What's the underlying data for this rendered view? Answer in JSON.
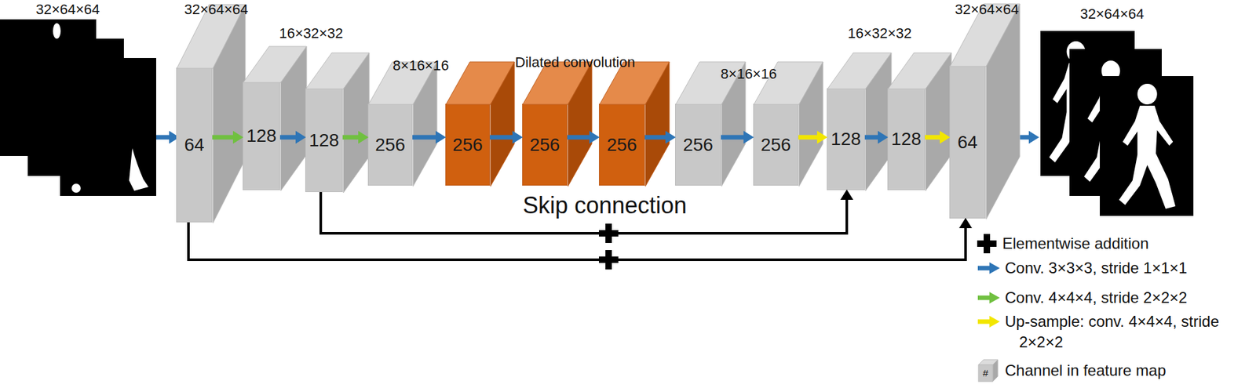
{
  "diagram": {
    "nodes": [
      {
        "text": [
          "64"
        ]
      },
      {
        "text": [
          "128"
        ]
      },
      {
        "text": [
          "128"
        ]
      },
      {
        "text": [
          "256"
        ]
      },
      {
        "text": [
          "256"
        ]
      },
      {
        "text": [
          "256"
        ]
      },
      {
        "text": [
          "256"
        ]
      },
      {
        "text": [
          "256"
        ]
      },
      {
        "text": [
          "256"
        ]
      },
      {
        "text": [
          "128"
        ]
      },
      {
        "text": [
          "128"
        ]
      },
      {
        "text": [
          "64"
        ]
      }
    ],
    "edges": [
      {
        "from": 0,
        "to": 1,
        "arrow": "to"
      },
      {
        "from": 1,
        "to": 2,
        "arrow": "to"
      },
      {
        "from": 2,
        "to": 3,
        "arrow": "to"
      },
      {
        "from": 3,
        "to": 4,
        "arrow": "to"
      },
      {
        "from": 4,
        "to": 5,
        "arrow": "to"
      },
      {
        "from": 5,
        "to": 6,
        "arrow": "to"
      },
      {
        "from": 6,
        "to": 7,
        "arrow": "to"
      },
      {
        "from": 7,
        "to": 8,
        "arrow": "to"
      },
      {
        "from": 8,
        "to": 9,
        "arrow": "to"
      },
      {
        "from": 9,
        "to": 10,
        "arrow": "to"
      },
      {
        "from": 10,
        "to": 11,
        "arrow": "to"
      },
      {
        "from": 2,
        "to": 9,
        "arrow": "to"
      },
      {
        "from": 0,
        "to": 11,
        "arrow": "to"
      }
    ],
    "labels": [
      "32×64×64",
      "32×64×64",
      "16×32×32",
      "8×16×16",
      "Dilated convolution",
      "8×16×16",
      "16×32×32",
      "32×64×64",
      "32×64×64",
      "Skip connection",
      "#"
    ],
    "legend": [
      {
        "text": "Elementwise addition"
      },
      {
        "text": "Conv. 3×3×3, stride 1×1×1"
      },
      {
        "text": "Conv. 4×4×4, stride 2×2×2"
      },
      {
        "text": "Up-sample: conv. 4×4×4, stride 2×2×2"
      },
      {
        "text": "Channel in feature map"
      }
    ]
  }
}
